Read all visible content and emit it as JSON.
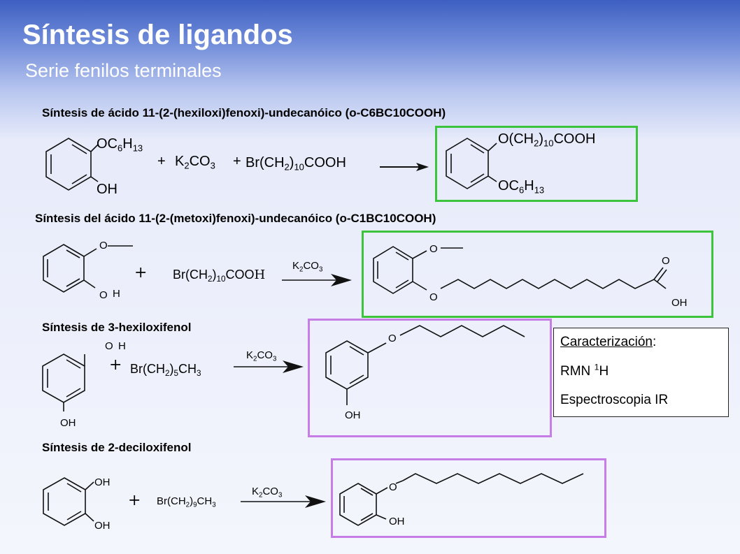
{
  "header": {
    "title": "Síntesis de ligandos",
    "subtitle": "Serie fenilos terminales"
  },
  "sections": [
    {
      "heading": "Síntesis de ácido 11-(2-(hexiloxi)fenoxi)-undecanóico (o-C6BC10COOH)"
    },
    {
      "heading": "Síntesis del ácido 11-(2-(metoxi)fenoxi)-undecanóico (o-C1BC10COOH)"
    },
    {
      "heading": "Síntesis de 3-hexiloxifenol"
    },
    {
      "heading": "Síntesis de 2-deciloxifenol"
    }
  ],
  "characterization": {
    "title": "Caracterización",
    "colon": ":",
    "line1": "RMN ",
    "line1_sup": "1",
    "line1_tail": "H",
    "line2": "Espectroscopia IR"
  },
  "labels": {
    "oh": "OH",
    "o": "O",
    "h": "H",
    "plus_sign": "+",
    "k2co3": {
      "k": "K",
      "sub2": "2",
      "co": "CO",
      "sub3": "3"
    },
    "r1_sub1": "OC",
    "r1_sub1_6": "6",
    "r1_sub1_h": "H",
    "r1_sub1_13": "13",
    "r1_reagent": {
      "a": "Br(CH",
      "s2": "2",
      "b": ")",
      "s10": "10",
      "c": "COOH"
    },
    "r1_prod_top": {
      "a": "O(CH",
      "s2": "2",
      "b": ")",
      "s10": "10",
      "c": "COOH"
    },
    "r2_reagent": {
      "a": "Br(CH",
      "s2": "2",
      "b": ")",
      "s10": "10",
      "c": "COO",
      "d": "H"
    },
    "r3_reagent": {
      "a": "Br(CH",
      "s2": "2",
      "b": ")",
      "s5": "5",
      "c": "CH",
      "s3": "3"
    },
    "r4_reagent": {
      "a": "Br(CH",
      "s2": "2",
      "b": ")",
      "s9": "9",
      "c": "CH",
      "s3": "3"
    }
  }
}
